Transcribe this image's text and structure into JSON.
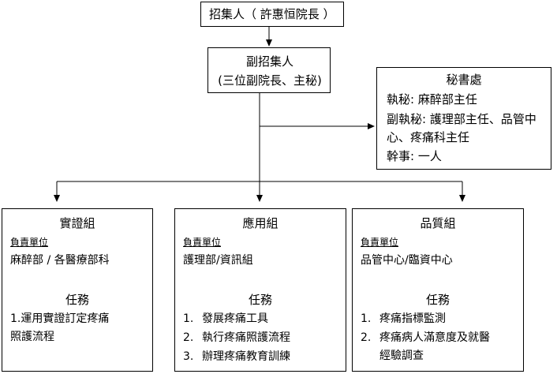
{
  "convener": {
    "label": "招集人（ 許惠恒院長 ）"
  },
  "deputy": {
    "line1": "副招集人",
    "line2": "(三位副院長、主秘)"
  },
  "secretariat": {
    "title": "秘書處",
    "exec": "執秘: 麻醉部主任",
    "vice_exec_1": "副執秘: 護理部主任、品管中",
    "vice_exec_2": "心、疼痛科主任",
    "officer": "幹事: 一人"
  },
  "groups": [
    {
      "title": "實證組",
      "unit_label": "負責單位",
      "unit": "麻醉部 / 各醫療部科",
      "task_label": "任務",
      "tasks": [
        "1.運用實證訂定疼痛",
        "照護流程"
      ]
    },
    {
      "title": "應用組",
      "unit_label": "負責單位",
      "unit": "護理部/資訊組",
      "task_label": "任務",
      "tasks": [
        {
          "num": "1.",
          "text": "發展疼痛工具"
        },
        {
          "num": "2.",
          "text": "執行疼痛照護流程"
        },
        {
          "num": "3.",
          "text": "辦理疼痛教育訓練"
        }
      ]
    },
    {
      "title": "品質組",
      "unit_label": "負責單位",
      "unit": "品管中心/臨資中心",
      "task_label": "任務",
      "tasks": [
        {
          "num": "1.",
          "text": "疼痛指標監測"
        },
        {
          "num": "2.",
          "text": "疼痛病人滿意度及就醫"
        },
        {
          "num": "",
          "text": "經驗調查"
        }
      ]
    }
  ],
  "colors": {
    "line": "#000000",
    "box_fill": "#ffffff"
  }
}
